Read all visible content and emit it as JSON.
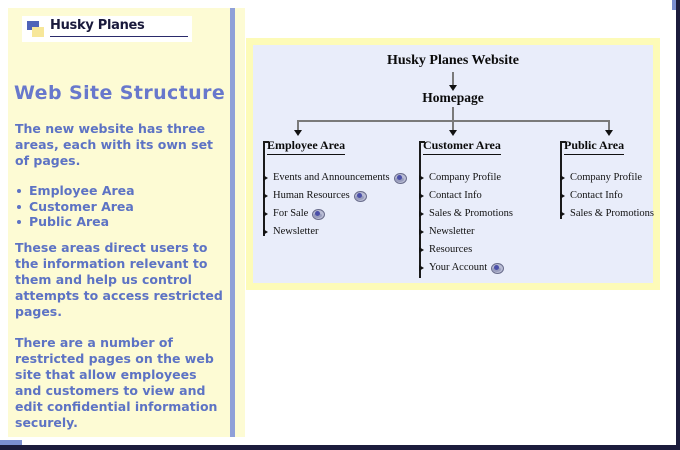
{
  "brand": {
    "logo_text": "Husky Planes",
    "logo_icon": "two-squares-logo-icon"
  },
  "sidebar": {
    "heading": "Web Site Structure",
    "paragraph_1": "The new website has three areas, each with its own set of pages.",
    "bullets": [
      "Employee Area",
      "Customer Area",
      "Public Area"
    ],
    "paragraph_2": "These areas direct users to the information relevant to them and help us control attempts to access restricted pages.",
    "paragraph_3": "There are a number of restricted pages on the web site that allow employees and customers to view and edit confidential information securely.",
    "colors": {
      "background": "#fdfbd4",
      "text": "#5d73c4",
      "heading": "#6878cc",
      "divider": "#8fa0d8"
    }
  },
  "diagram": {
    "root": "Husky Planes Website",
    "homepage": "Homepage",
    "panel_background": "#e9edfa",
    "panel_border": "#fdfbb8",
    "columns": [
      {
        "title": "Employee Area",
        "items": [
          {
            "label": "Events and Announcements",
            "secure": true
          },
          {
            "label": "Human Resources",
            "secure": true
          },
          {
            "label": "For Sale",
            "secure": true
          },
          {
            "label": "Newsletter",
            "secure": false
          }
        ]
      },
      {
        "title": "Customer Area",
        "items": [
          {
            "label": "Company Profile",
            "secure": false
          },
          {
            "label": "Contact Info",
            "secure": false
          },
          {
            "label": "Sales & Promotions",
            "secure": false
          },
          {
            "label": "Newsletter",
            "secure": false
          },
          {
            "label": "Resources",
            "secure": false
          },
          {
            "label": "Your Account",
            "secure": true
          }
        ]
      },
      {
        "title": "Public Area",
        "items": [
          {
            "label": "Company Profile",
            "secure": false
          },
          {
            "label": "Contact Info",
            "secure": false
          },
          {
            "label": "Sales & Promotions",
            "secure": false
          }
        ]
      }
    ],
    "secure_icon_name": "secure-page-icon"
  }
}
